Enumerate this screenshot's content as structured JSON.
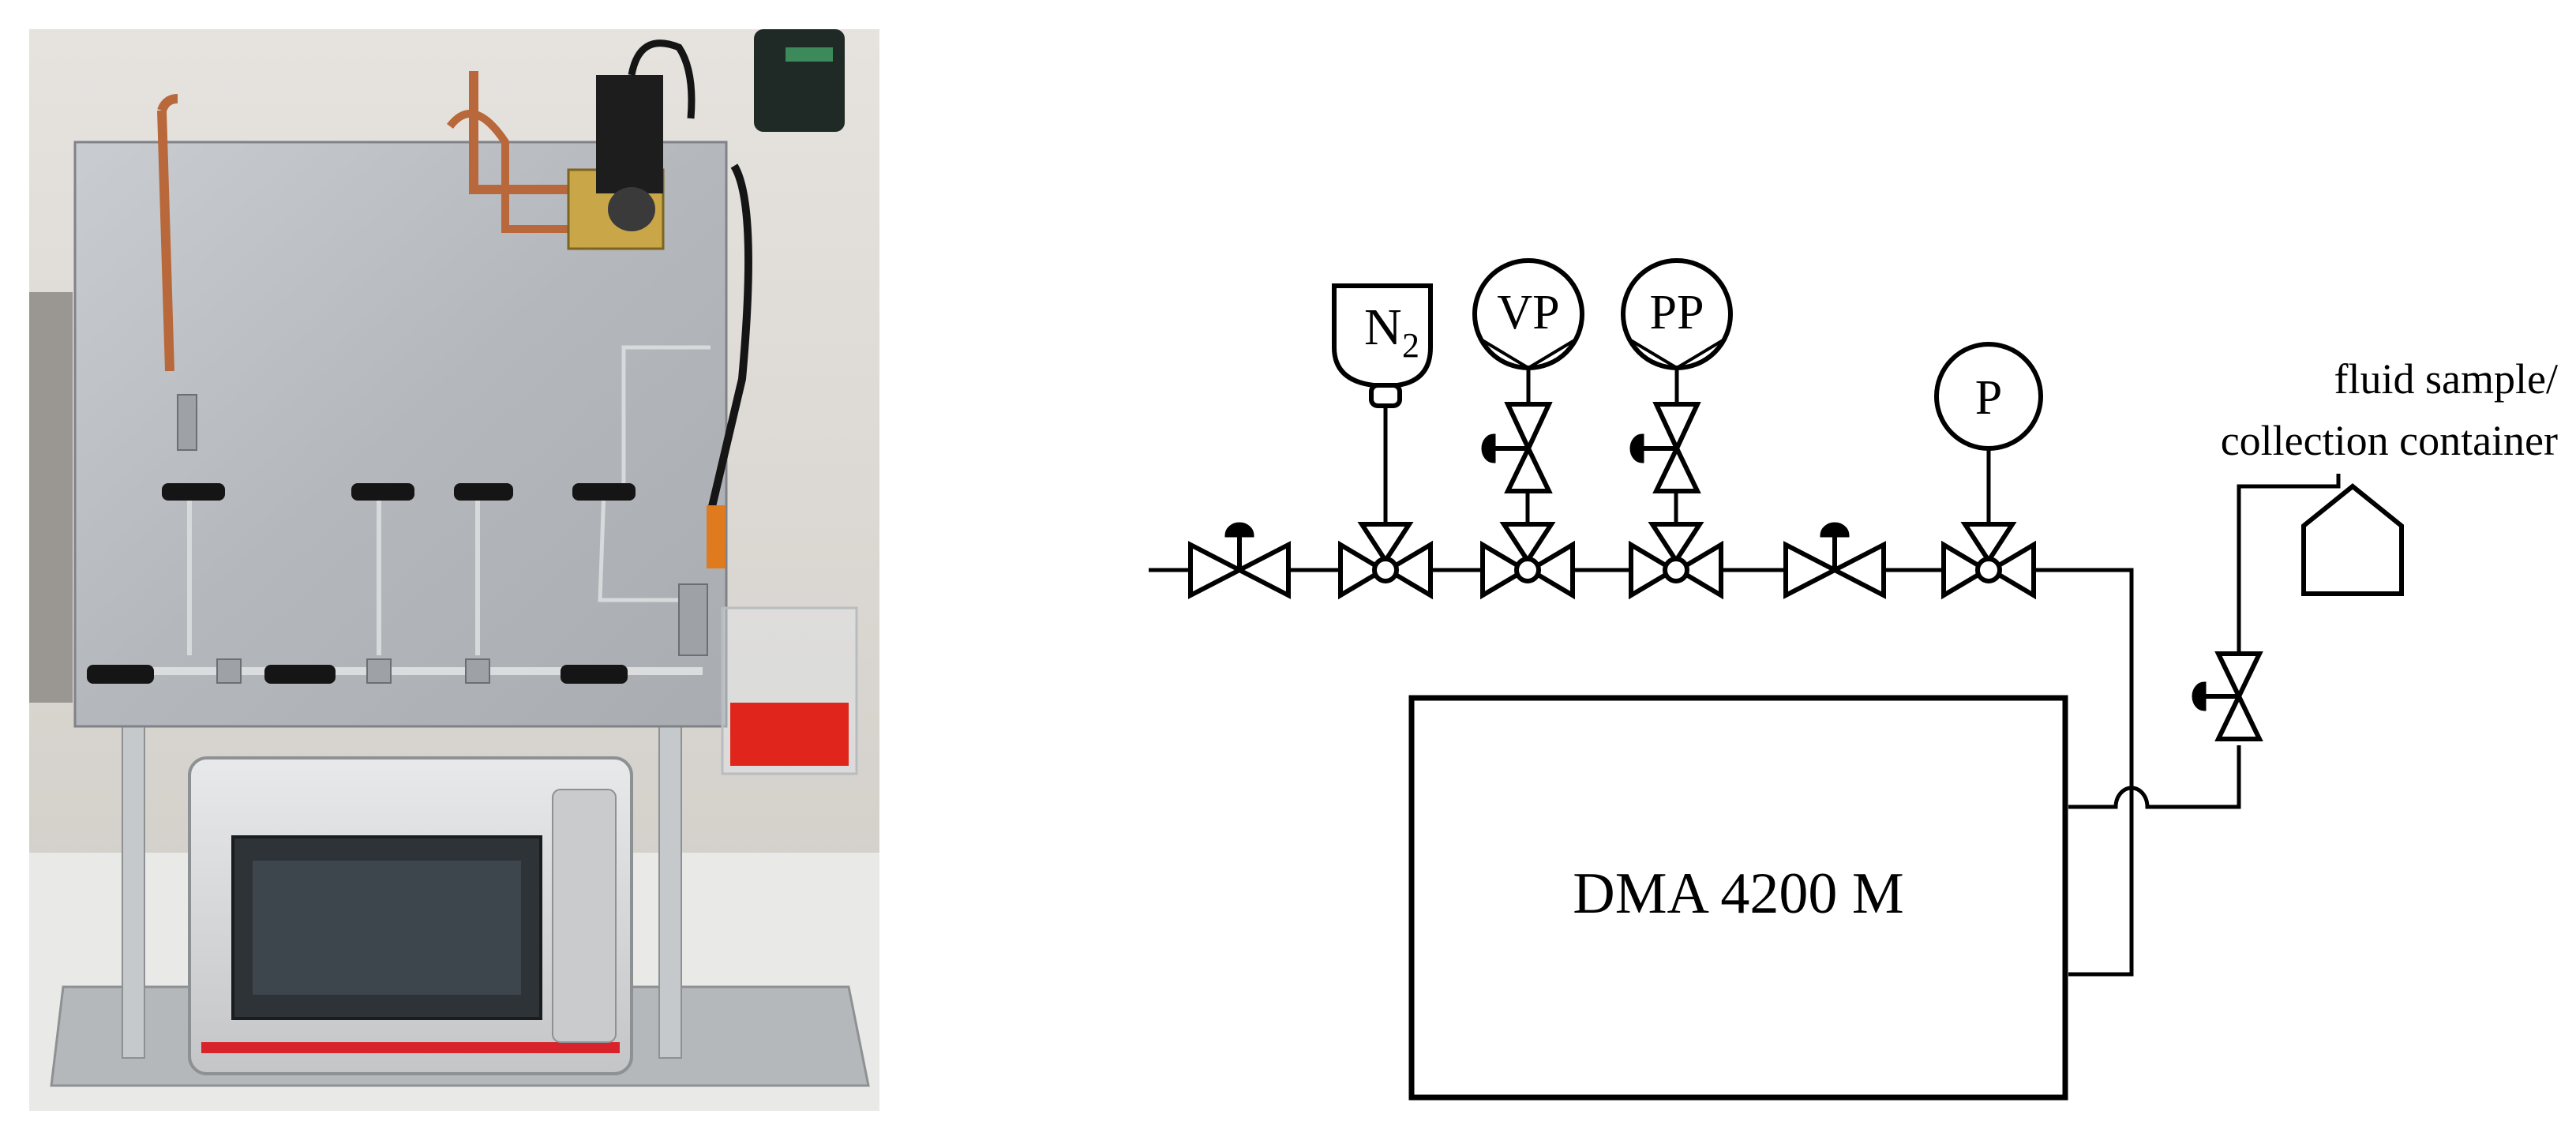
{
  "figure": {
    "photo_alt": "Photograph of the laboratory density measurement setup with valves mounted on a metal panel above a DMA 4200 M density meter",
    "labels": {
      "nitrogen_main": "N",
      "nitrogen_sub": "2",
      "vacuum_pump": "VP",
      "pressure_pump": "PP",
      "pressure_gauge": "P",
      "container_line1": "fluid sample/",
      "container_line2": "collection container",
      "instrument": "DMA 4200 M"
    },
    "colors": {
      "line": "#000000",
      "background": "#ffffff",
      "panel": "#b8bcc0",
      "copper": "#b8683a",
      "red_container": "#e0261c"
    }
  }
}
